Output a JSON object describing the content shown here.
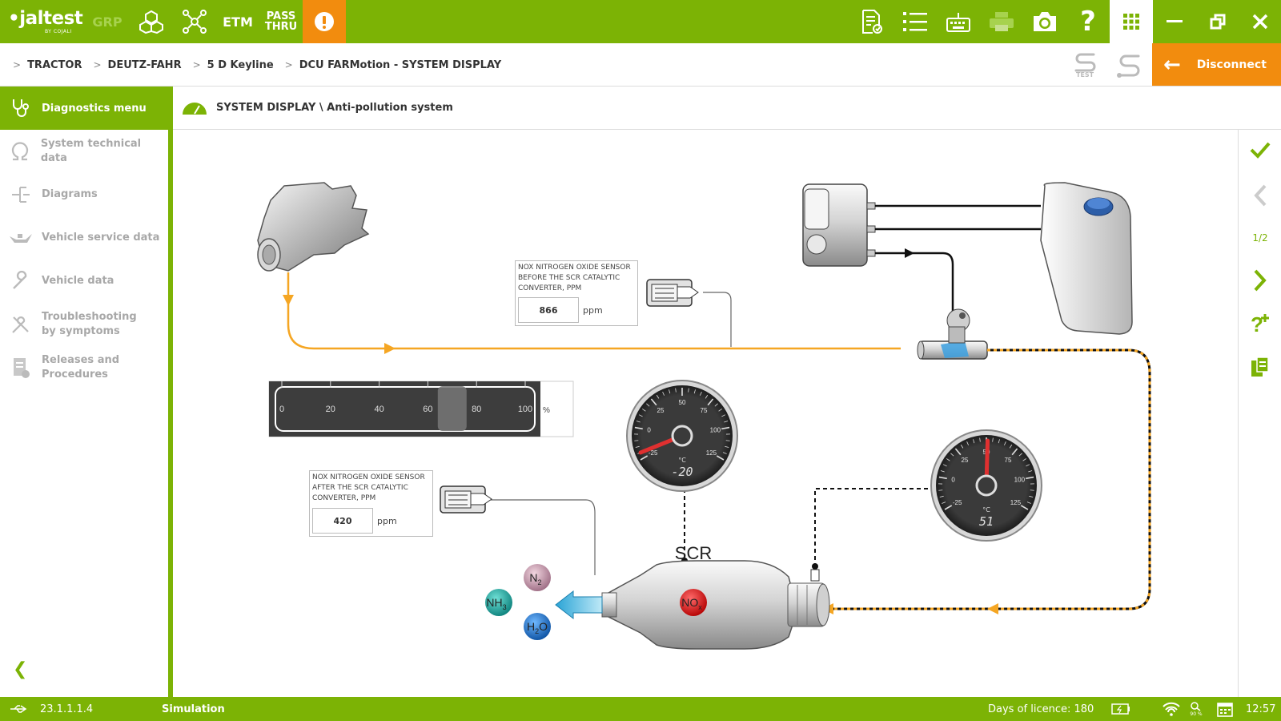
{
  "app": {
    "logo": "jaltest",
    "logo_sub": "BY COJALI",
    "toolbar": {
      "grp": "GRP",
      "etm": "ETM",
      "pass_line1": "PASS",
      "pass_line2": "THRU"
    }
  },
  "breadcrumb": [
    "TRACTOR",
    "DEUTZ-FAHR",
    "5 D Keyline",
    "DCU FARMotion - SYSTEM DISPLAY"
  ],
  "test_label": "TEST",
  "disconnect_label": "Disconnect",
  "sidebar": {
    "header": "Diagnostics menu",
    "items": [
      {
        "label": "System technical data"
      },
      {
        "label": "Diagrams"
      },
      {
        "label": "Vehicle service data"
      },
      {
        "label": "Vehicle data"
      },
      {
        "label": "Troubleshooting by symptoms"
      },
      {
        "label": "Releases and Procedures"
      }
    ]
  },
  "content": {
    "title": "SYSTEM DISPLAY \\ Anti-pollution system",
    "page_indicator": "1/2"
  },
  "diagram": {
    "sensor_before": {
      "label": "NOX NITROGEN OXIDE SENSOR BEFORE THE SCR CATALYTIC CONVERTER, PPM",
      "value": "866",
      "unit": "ppm"
    },
    "sensor_after": {
      "label": "NOX NITROGEN OXIDE SENSOR AFTER THE SCR CATALYTIC CONVERTER, PPM",
      "value": "420",
      "unit": "ppm"
    },
    "slider": {
      "ticks": [
        "0",
        "20",
        "40",
        "60",
        "80",
        "100"
      ],
      "unit": "%",
      "value": 70
    },
    "gauge1": {
      "ticks": [
        "-25",
        "0",
        "25",
        "50",
        "75",
        "100",
        "125"
      ],
      "unit": "°C",
      "readout": "-20",
      "value": -20
    },
    "gauge2": {
      "ticks": [
        "-25",
        "0",
        "25",
        "50",
        "75",
        "100",
        "125"
      ],
      "unit": "°C",
      "readout": "51",
      "value": 51
    },
    "scr_label": "SCR",
    "molecules": {
      "no": "NO",
      "no_sub": "x",
      "n": "N",
      "n_sub": "2",
      "nh": "NH",
      "nh_sub": "3",
      "h": "H",
      "h_sub": "2",
      "o": "O"
    }
  },
  "status": {
    "version": "23.1.1.1.4",
    "mode": "Simulation",
    "licence": "Days of licence: 180",
    "wifi_level": "90 %",
    "time": "12:57"
  },
  "colors": {
    "brand_green": "#7cb305",
    "accent_orange": "#f28c0e",
    "flow_line": "#f5a623"
  }
}
